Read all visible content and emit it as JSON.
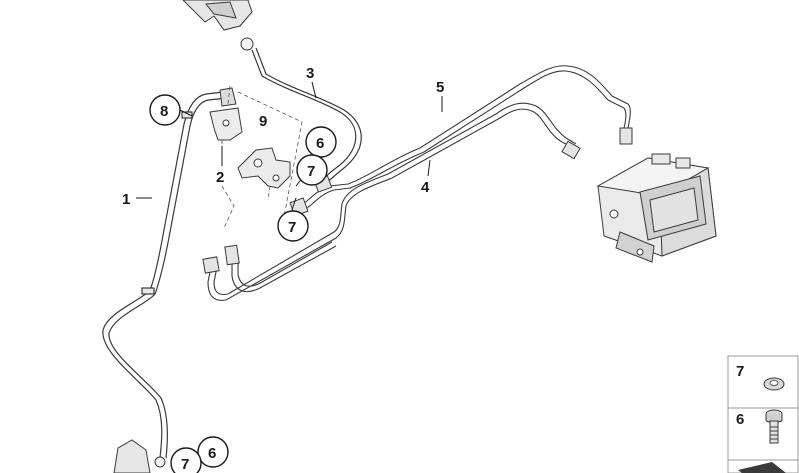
{
  "callouts": {
    "c1": "1",
    "c2": "2",
    "c3": "3",
    "c4": "4",
    "c5": "5",
    "c6a": "6",
    "c6b": "6",
    "c7a": "7",
    "c7b": "7",
    "c7c": "7",
    "c8": "8",
    "c9": "9"
  },
  "legend": {
    "row1": "7",
    "row2": "6"
  },
  "colors": {
    "line": "#3a3a3a",
    "shade": "#d8d8d8",
    "callout_fill": "#ffffff"
  }
}
